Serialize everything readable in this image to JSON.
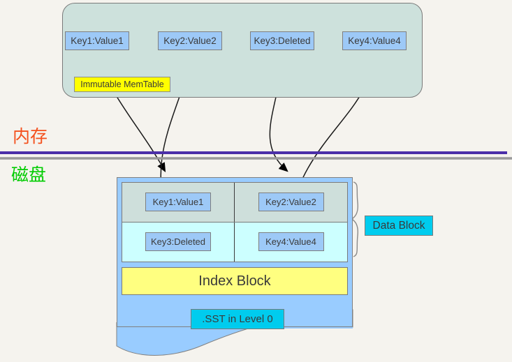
{
  "diagram": {
    "title": "LSM-Tree MemTable flush to SST diagram",
    "background_color": "#f5f3ee"
  },
  "memory_section": {
    "label": "内存",
    "label_color": "#f4511e",
    "container_color": "#cde1dc",
    "memtable_badge": "Immutable MemTable",
    "memtable_badge_color": "#ffff00",
    "entries": [
      {
        "text": "Key1:Value1"
      },
      {
        "text": "Key2:Value2"
      },
      {
        "text": "Key3:Deleted"
      },
      {
        "text": "Key4:Value4"
      }
    ],
    "link_icons": [
      "double-arrow-icon",
      "double-arrow-icon",
      "double-arrow-icon"
    ]
  },
  "divider": {
    "upper_line_color": "#4b2fa8",
    "lower_line_color": "#9a9a9a"
  },
  "disk_section": {
    "label": "磁盘",
    "label_color": "#00cc00",
    "sst_container_color": "#99ccff",
    "sst_badge": ".SST in Level 0",
    "sst_badge_color": "#00ccee",
    "data_block_badge": "Data Block",
    "data_block_badge_color": "#00ccee",
    "index_block": "Index Block",
    "index_block_color": "#ffff80",
    "data_block_rows": [
      {
        "row_color": "#cedfdb",
        "cells": [
          {
            "text": "Key1:Value1"
          },
          {
            "text": "Key2:Value2"
          }
        ]
      },
      {
        "row_color": "#ccffff",
        "cells": [
          {
            "text": "Key3:Deleted"
          },
          {
            "text": "Key4:Value4"
          }
        ]
      }
    ]
  },
  "flow_arrows": [
    {
      "from": "Key1:Value1",
      "to": "data-block-cell-key1"
    },
    {
      "from": "Key2:Value2",
      "to": "data-block-cell-key3"
    },
    {
      "from": "Key3:Deleted",
      "to": "data-block-cell-key2"
    },
    {
      "from": "Key4:Value4",
      "to": "data-block-cell-key4"
    }
  ]
}
